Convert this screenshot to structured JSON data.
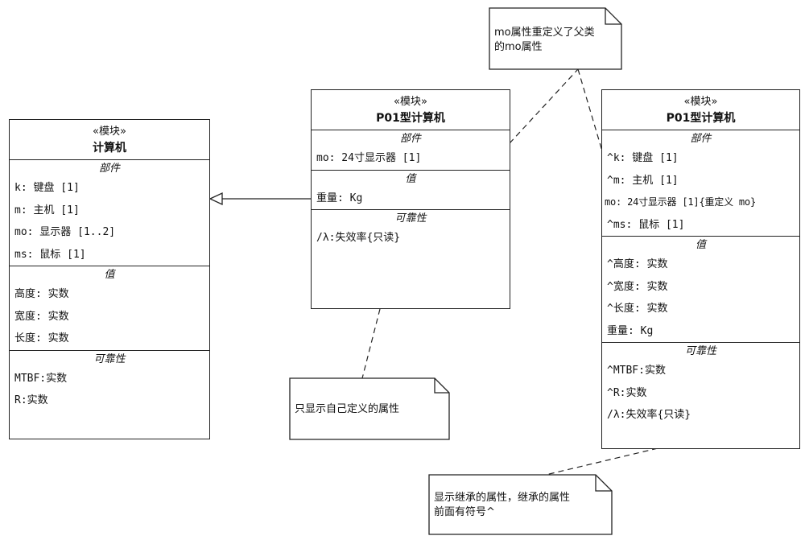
{
  "classes": {
    "computer": {
      "stereotype": "«模块»",
      "name": "计算机",
      "sections": [
        {
          "title": "部件",
          "rows": [
            "k: 键盘 [1]",
            "m: 主机 [1]",
            "mo: 显示器 [1..2]",
            "ms: 鼠标 [1]"
          ]
        },
        {
          "title": "值",
          "rows": [
            "高度: 实数",
            "宽度: 实数",
            "长度: 实数"
          ]
        },
        {
          "title": "可靠性",
          "rows": [
            "MTBF:实数",
            "R:实数"
          ]
        }
      ]
    },
    "p01_middle": {
      "stereotype": "«模块»",
      "name": "P01型计算机",
      "sections": [
        {
          "title": "部件",
          "rows": [
            "mo: 24寸显示器 [1]"
          ]
        },
        {
          "title": "值",
          "rows": [
            "重量: Kg"
          ]
        },
        {
          "title": "可靠性",
          "rows": [
            "/λ:失效率{只读}"
          ]
        }
      ]
    },
    "p01_right": {
      "stereotype": "«模块»",
      "name": "P01型计算机",
      "sections": [
        {
          "title": "部件",
          "rows": [
            "^k: 键盘 [1]",
            "^m: 主机 [1]",
            "mo: 24寸显示器 [1]{重定义 mo}",
            "^ms: 鼠标 [1]"
          ]
        },
        {
          "title": "值",
          "rows": [
            "^高度: 实数",
            "^宽度: 实数",
            "^长度: 实数",
            "重量: Kg"
          ]
        },
        {
          "title": "可靠性",
          "rows": [
            "^MTBF:实数",
            "^R:实数",
            "/λ:失效率{只读}"
          ]
        }
      ]
    }
  },
  "notes": {
    "redefine": "mo属性重定义了父类\n的mo属性",
    "own_only": "只显示自己定义的属性",
    "inherited": "显示继承的属性，继承的属性\n前面有符号^"
  }
}
